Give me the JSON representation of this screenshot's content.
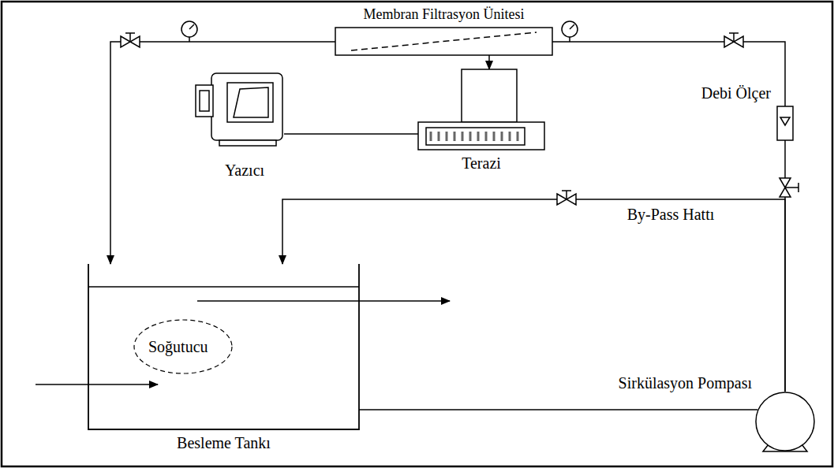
{
  "diagram": {
    "nodes": [
      {
        "text": [
          "Membran Filtrasyon Ünitesi"
        ]
      },
      {
        "text": [
          "Terazi"
        ]
      },
      {
        "text": [
          "Yazıcı"
        ]
      },
      {
        "text": [
          "Debi Ölçer"
        ]
      },
      {
        "text": [
          "Sirkülasyon Pompası"
        ]
      },
      {
        "text": [
          "Besleme Tankı"
        ]
      }
    ],
    "edges": [
      {
        "from": 4,
        "to": 3,
        "arrow": "none"
      },
      {
        "from": 3,
        "to": 0,
        "arrow": "none"
      },
      {
        "from": 0,
        "to": 5,
        "arrow": "to"
      },
      {
        "from": 0,
        "to": 1,
        "arrow": "to"
      },
      {
        "from": 2,
        "to": 1,
        "arrow": "none"
      },
      {
        "from": 4,
        "to": 5,
        "label": "By-Pass Hattı",
        "arrow": "to"
      },
      {
        "from": 5,
        "to": 4,
        "arrow": "none"
      }
    ],
    "labels": [
      "Soğutucu"
    ]
  }
}
